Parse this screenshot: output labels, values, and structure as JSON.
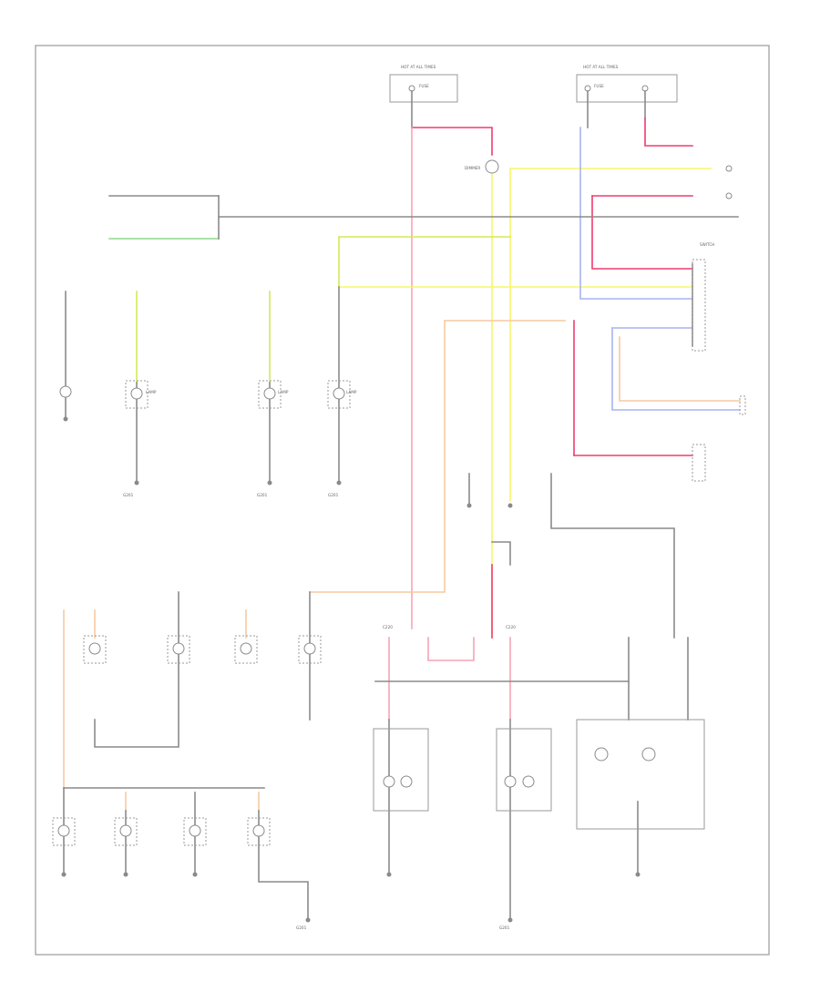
{
  "diagram": {
    "footer_id": "",
    "labels": {
      "hot_run_start": "HOT AT ALL TIMES",
      "fuse": "FUSE",
      "dimmer": "DIMMER",
      "lamp": "LAMP",
      "switch": "SWITCH",
      "ground": "G201",
      "connector": "C220"
    }
  },
  "colors": {
    "frame": "#9a9a9a",
    "wire_black": "#8a8a8a",
    "wire_red": "#f03c6e",
    "wire_pink": "#f6a3b6",
    "wire_yellow": "#f7f76a",
    "wire_yellow_green": "#d4ea58",
    "wire_blue": "#a9b3ef",
    "wire_orange": "#f7c9a0",
    "wire_green": "#8fd88f"
  }
}
